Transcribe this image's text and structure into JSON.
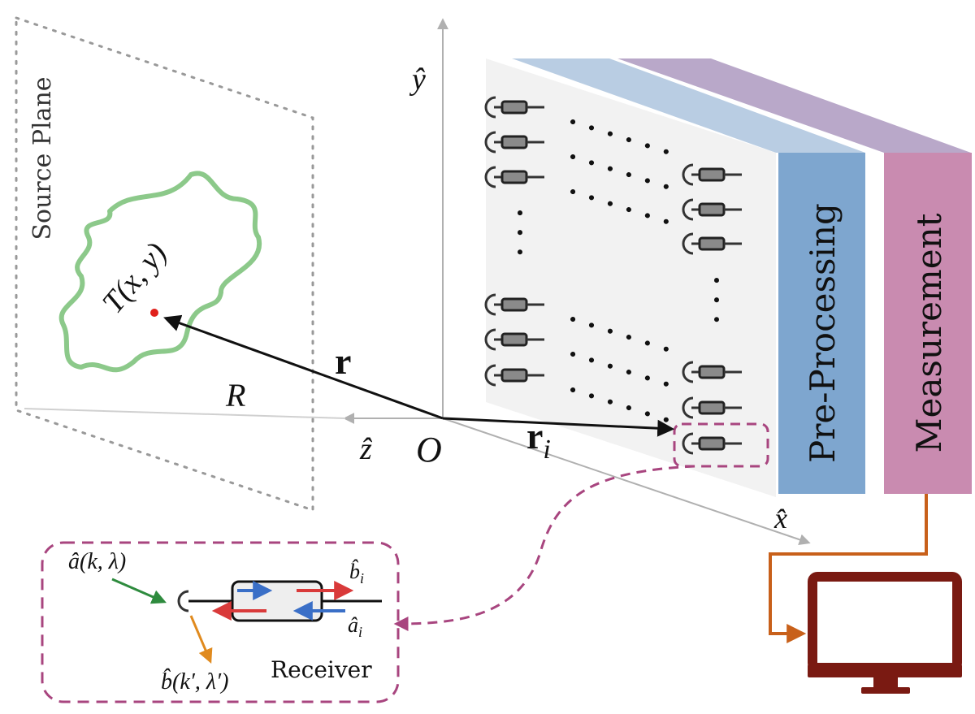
{
  "labels": {
    "source_plane": "Source Plane",
    "target_function": "T(x, y)",
    "axis_y": "ŷ",
    "axis_z": "ẑ",
    "axis_x": "x̂",
    "origin": "O",
    "distance": "R",
    "vector_r": "r",
    "vector_ri": "r",
    "vector_ri_sub": "i",
    "pre_processing": "Pre-Processing",
    "measurement": "Measurement",
    "receiver_caption": "Receiver",
    "input_mode": "â(k, λ)",
    "output_mode": "b̂(k′, λ′)",
    "port_b": "b̂",
    "port_b_sub": "i",
    "port_a": "â",
    "port_a_sub": "i"
  },
  "colors": {
    "source_blob": "#8cc98a",
    "source_point": "#e0201b",
    "pre_processing": "#7ea6cf",
    "pre_processing_top": "#b9cde3",
    "measurement": "#c98bb0",
    "measurement_top": "#b9a8c9",
    "panel": "#f2f2f2",
    "dashed_link": "#a8457f",
    "monitor": "#7a1a12",
    "cable": "#c8601a",
    "arrow_in": "#2e8b3e",
    "arrow_out": "#e08a1e",
    "signal_blue": "#3a6fc7",
    "signal_red": "#d93a3a",
    "axis": "#b0b0b0"
  },
  "icons": {
    "computer": "monitor-icon",
    "detector": "detector-icon"
  }
}
